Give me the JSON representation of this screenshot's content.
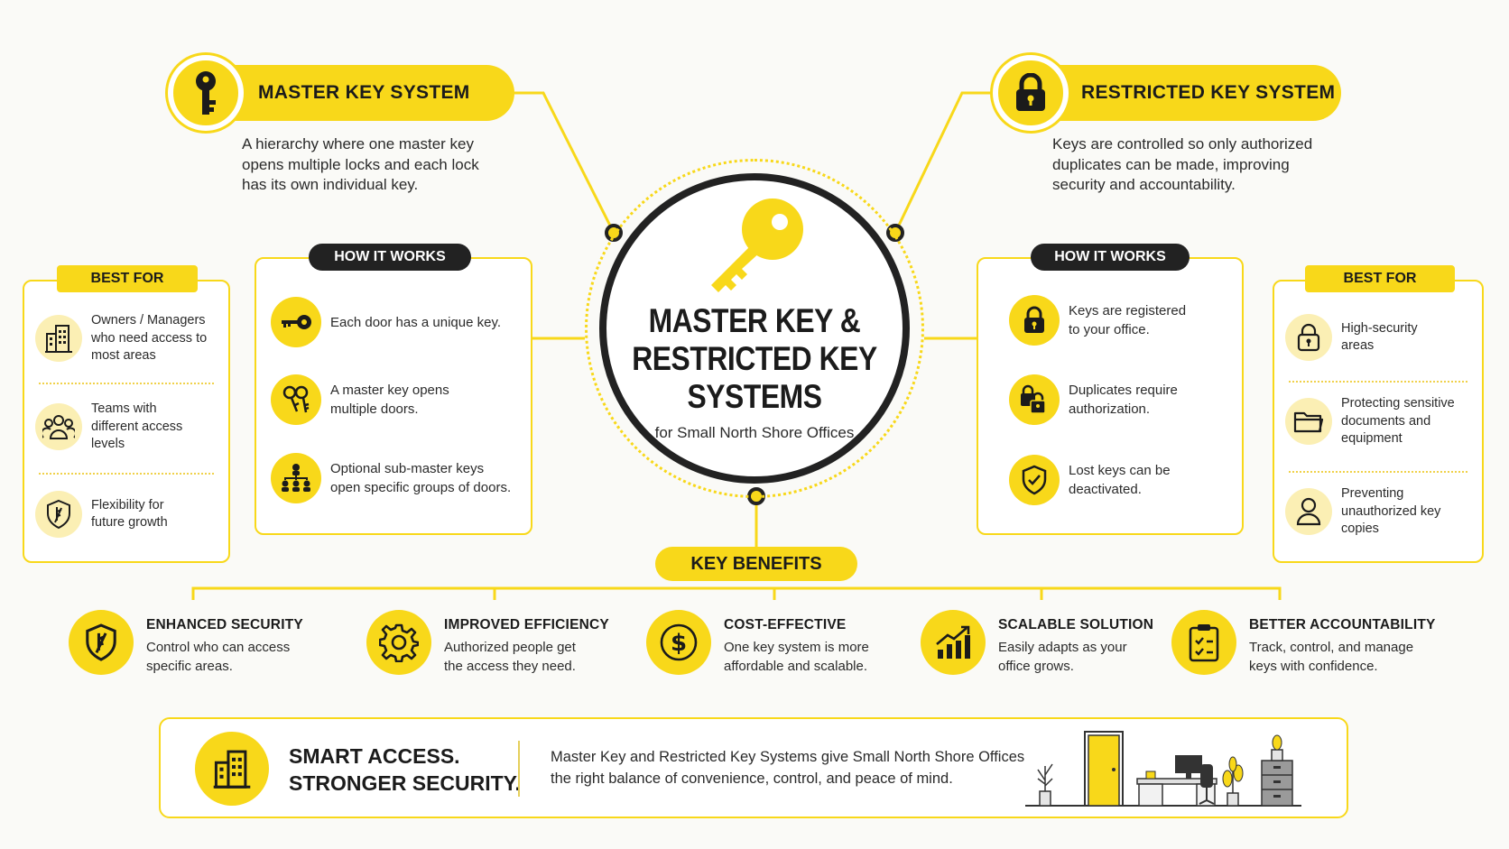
{
  "center": {
    "title_line1": "MASTER KEY &",
    "title_line2": "RESTRICTED KEY",
    "title_line3": "SYSTEMS",
    "subtitle": "for Small North Shore Offices"
  },
  "master": {
    "title": "MASTER KEY SYSTEM",
    "desc_line1": "A hierarchy where one master key",
    "desc_line2": "opens multiple locks and each lock",
    "desc_line3": "has its own individual key.",
    "best_for": {
      "label": "BEST FOR",
      "items": [
        {
          "line1": "Owners / Managers",
          "line2": "who need access to",
          "line3": "most areas",
          "icon": "building-icon"
        },
        {
          "line1": "Teams with",
          "line2": "different access",
          "line3": "levels",
          "icon": "team-icon"
        },
        {
          "line1": "Flexibility for",
          "line2": "future growth",
          "icon": "shield-key-icon"
        }
      ]
    },
    "how_it_works": {
      "label": "HOW IT WORKS",
      "items": [
        {
          "line1": "Each door has a unique key.",
          "icon": "key-icon"
        },
        {
          "line1": "A master key opens",
          "line2": "multiple doors.",
          "icon": "keys-icon"
        },
        {
          "line1": "Optional sub-master keys",
          "line2": "open specific groups of doors.",
          "icon": "hierarchy-icon"
        }
      ]
    }
  },
  "restricted": {
    "title": "RESTRICTED KEY SYSTEM",
    "desc_line1": "Keys are controlled so only authorized",
    "desc_line2": "duplicates can be made, improving",
    "desc_line3": "security and accountability.",
    "how_it_works": {
      "label": "HOW IT WORKS",
      "items": [
        {
          "line1": "Keys are registered",
          "line2": "to your office.",
          "icon": "lock-icon"
        },
        {
          "line1": "Duplicates require",
          "line2": "authorization.",
          "icon": "duplicate-lock-icon"
        },
        {
          "line1": "Lost keys can be",
          "line2": "deactivated.",
          "icon": "shield-check-icon"
        }
      ]
    },
    "best_for": {
      "label": "BEST FOR",
      "items": [
        {
          "line1": "High-security",
          "line2": "areas",
          "icon": "padlock-icon"
        },
        {
          "line1": "Protecting sensitive",
          "line2": "documents and",
          "line3": "equipment",
          "icon": "folder-icon"
        },
        {
          "line1": "Preventing",
          "line2": "unauthorized key",
          "line3": "copies",
          "icon": "user-icon"
        }
      ]
    }
  },
  "benefits": {
    "label": "KEY BENEFITS",
    "items": [
      {
        "title": "ENHANCED SECURITY",
        "line1": "Control who can access",
        "line2": "specific areas.",
        "icon": "shield-key-icon"
      },
      {
        "title": "IMPROVED EFFICIENCY",
        "line1": "Authorized people get",
        "line2": "the access they need.",
        "icon": "gear-icon"
      },
      {
        "title": "COST-EFFECTIVE",
        "line1": "One key system is more",
        "line2": "affordable and scalable.",
        "icon": "dollar-icon"
      },
      {
        "title": "SCALABLE SOLUTION",
        "line1": "Easily adapts as your",
        "line2": "office grows.",
        "icon": "growth-chart-icon"
      },
      {
        "title": "BETTER ACCOUNTABILITY",
        "line1": "Track, control, and manage",
        "line2": "keys with confidence.",
        "icon": "clipboard-check-icon"
      }
    ]
  },
  "banner": {
    "title_line1": "SMART ACCESS.",
    "title_line2": "STRONGER SECURITY.",
    "text_line1": "Master Key and Restricted Key Systems give Small North Shore Offices",
    "text_line2": "the right balance of convenience, control, and peace of mind.",
    "icon": "building-icon"
  },
  "colors": {
    "accent": "#f8d81a",
    "dark": "#222222",
    "pale": "#fbefb4"
  }
}
